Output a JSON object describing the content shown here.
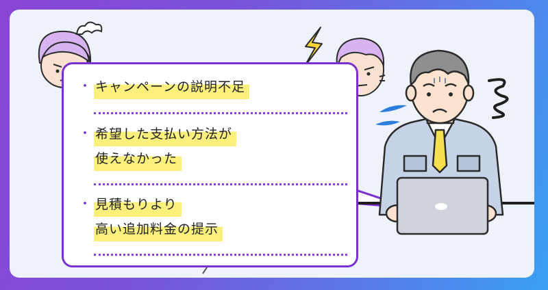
{
  "colors": {
    "accent": "#7a2fd1",
    "highlight": "#fcf07c",
    "background_from": "#8a45d6",
    "background_to": "#3aa0f2"
  },
  "bullet_symbol": "・",
  "items": [
    {
      "lines": [
        "キャンペーンの説明不足"
      ]
    },
    {
      "lines": [
        "希望した支払い方法が",
        "使えなかった"
      ]
    },
    {
      "lines": [
        "見積もりより",
        "高い追加料金の提示"
      ]
    }
  ],
  "illustration": {
    "left_customer_icon": "angry-woman-face",
    "right_customer_icon": "angry-man-face",
    "worker_icon": "worried-office-worker-with-laptop",
    "anger_icon": "lightning-bolt",
    "stress_icon": "spiral-squiggle"
  }
}
